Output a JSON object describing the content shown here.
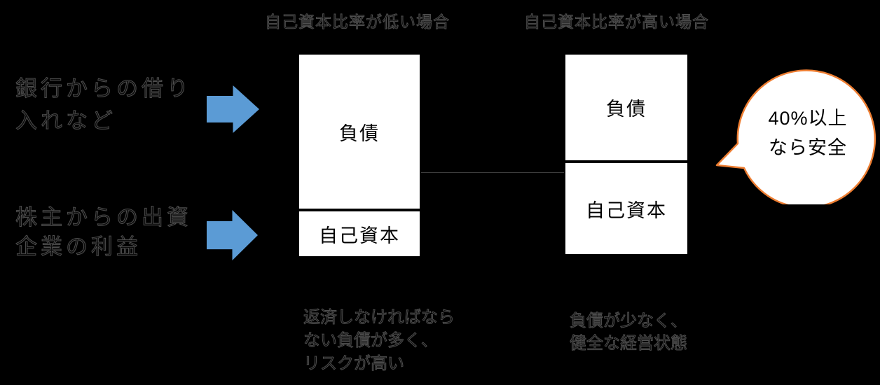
{
  "diagram": {
    "background_color": "#000000",
    "arrow_color": "#5B9BD5",
    "columns": {
      "low": {
        "title": "自己資本比率が低い場合",
        "debt_label": "負債",
        "equity_label": "自己資本",
        "note": "返済しなければなら\nない負債が多く、\nリスクが高い"
      },
      "high": {
        "title": "自己資本比率が高い場合",
        "debt_label": "負債",
        "equity_label": "自己資本",
        "note": "負債が少なく、\n健全な経営状態"
      }
    },
    "sources": {
      "debt": "銀行からの借り\n入れなど",
      "equity": "株主からの出資\n企業の利益"
    },
    "callout": {
      "text": "40%以上\nなら安全",
      "border_color": "#ED7D31",
      "fill_color": "#FFFFFF"
    }
  }
}
